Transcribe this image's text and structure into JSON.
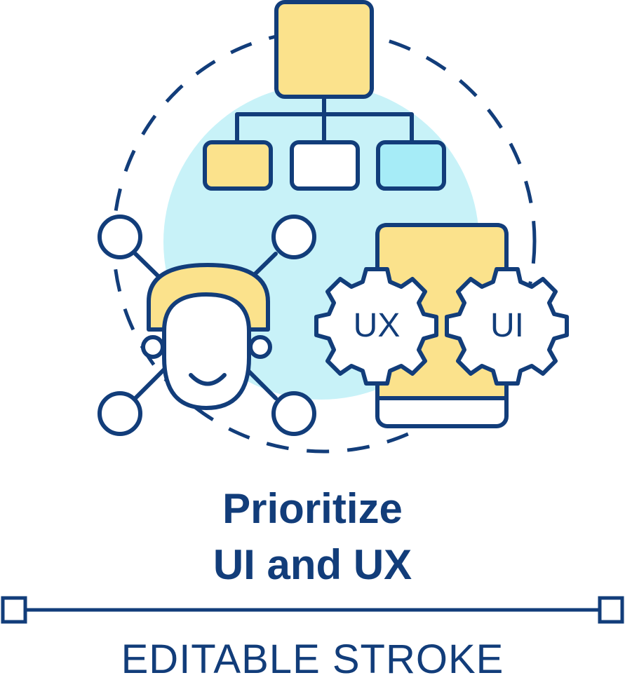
{
  "illustration": {
    "colors": {
      "stroke": "#123d7a",
      "yellow": "#fbe28c",
      "light_blue": "#c8f2f8",
      "cyan": "#a6ecf7",
      "white": "#ffffff"
    },
    "gear_labels": {
      "ux": "UX",
      "ui": "UI"
    },
    "icons": [
      "hierarchy-icon",
      "user-network-icon",
      "smartphone-icon",
      "gear-icon"
    ]
  },
  "title": {
    "line1": "Prioritize",
    "line2": "UI and UX"
  },
  "footer": {
    "label": "EDITABLE STROKE"
  }
}
